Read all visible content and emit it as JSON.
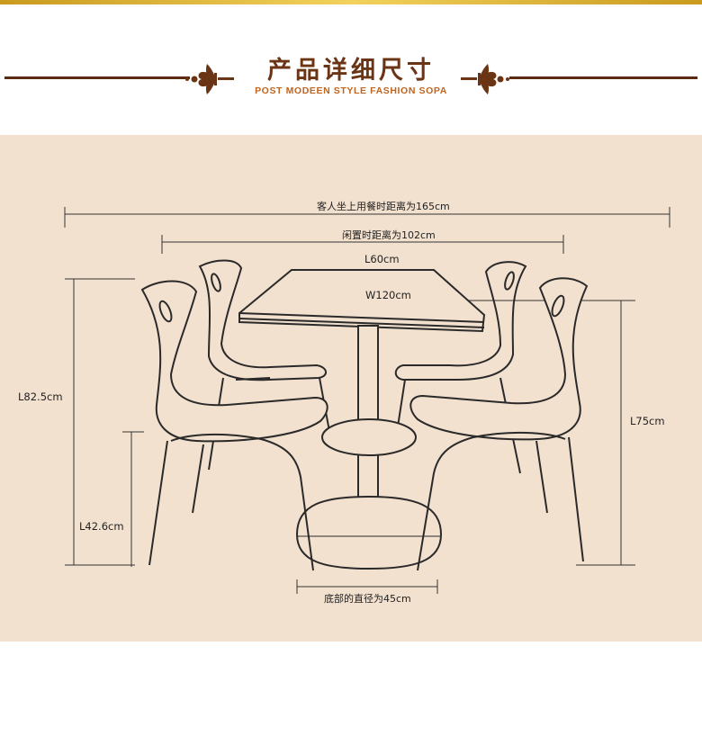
{
  "header": {
    "title": "产品详细尺寸",
    "subtitle": "POST MODEEN STYLE FASHION SOPA",
    "brand_color": "#6b3414",
    "accent_color": "#c0641e",
    "ornament_icon": "fleur-de-lis-icon"
  },
  "dimensions": {
    "seated_distance": "客人坐上用餐时距离为165cm",
    "idle_distance": "闲置时距离为102cm",
    "table_length": "L60cm",
    "table_width": "W120cm",
    "chair_height": "L82.5cm",
    "seat_height": "L42.6cm",
    "table_height": "L75cm",
    "base_diameter": "底部的直径为45cm"
  },
  "panel_color": "#f3e1cf"
}
